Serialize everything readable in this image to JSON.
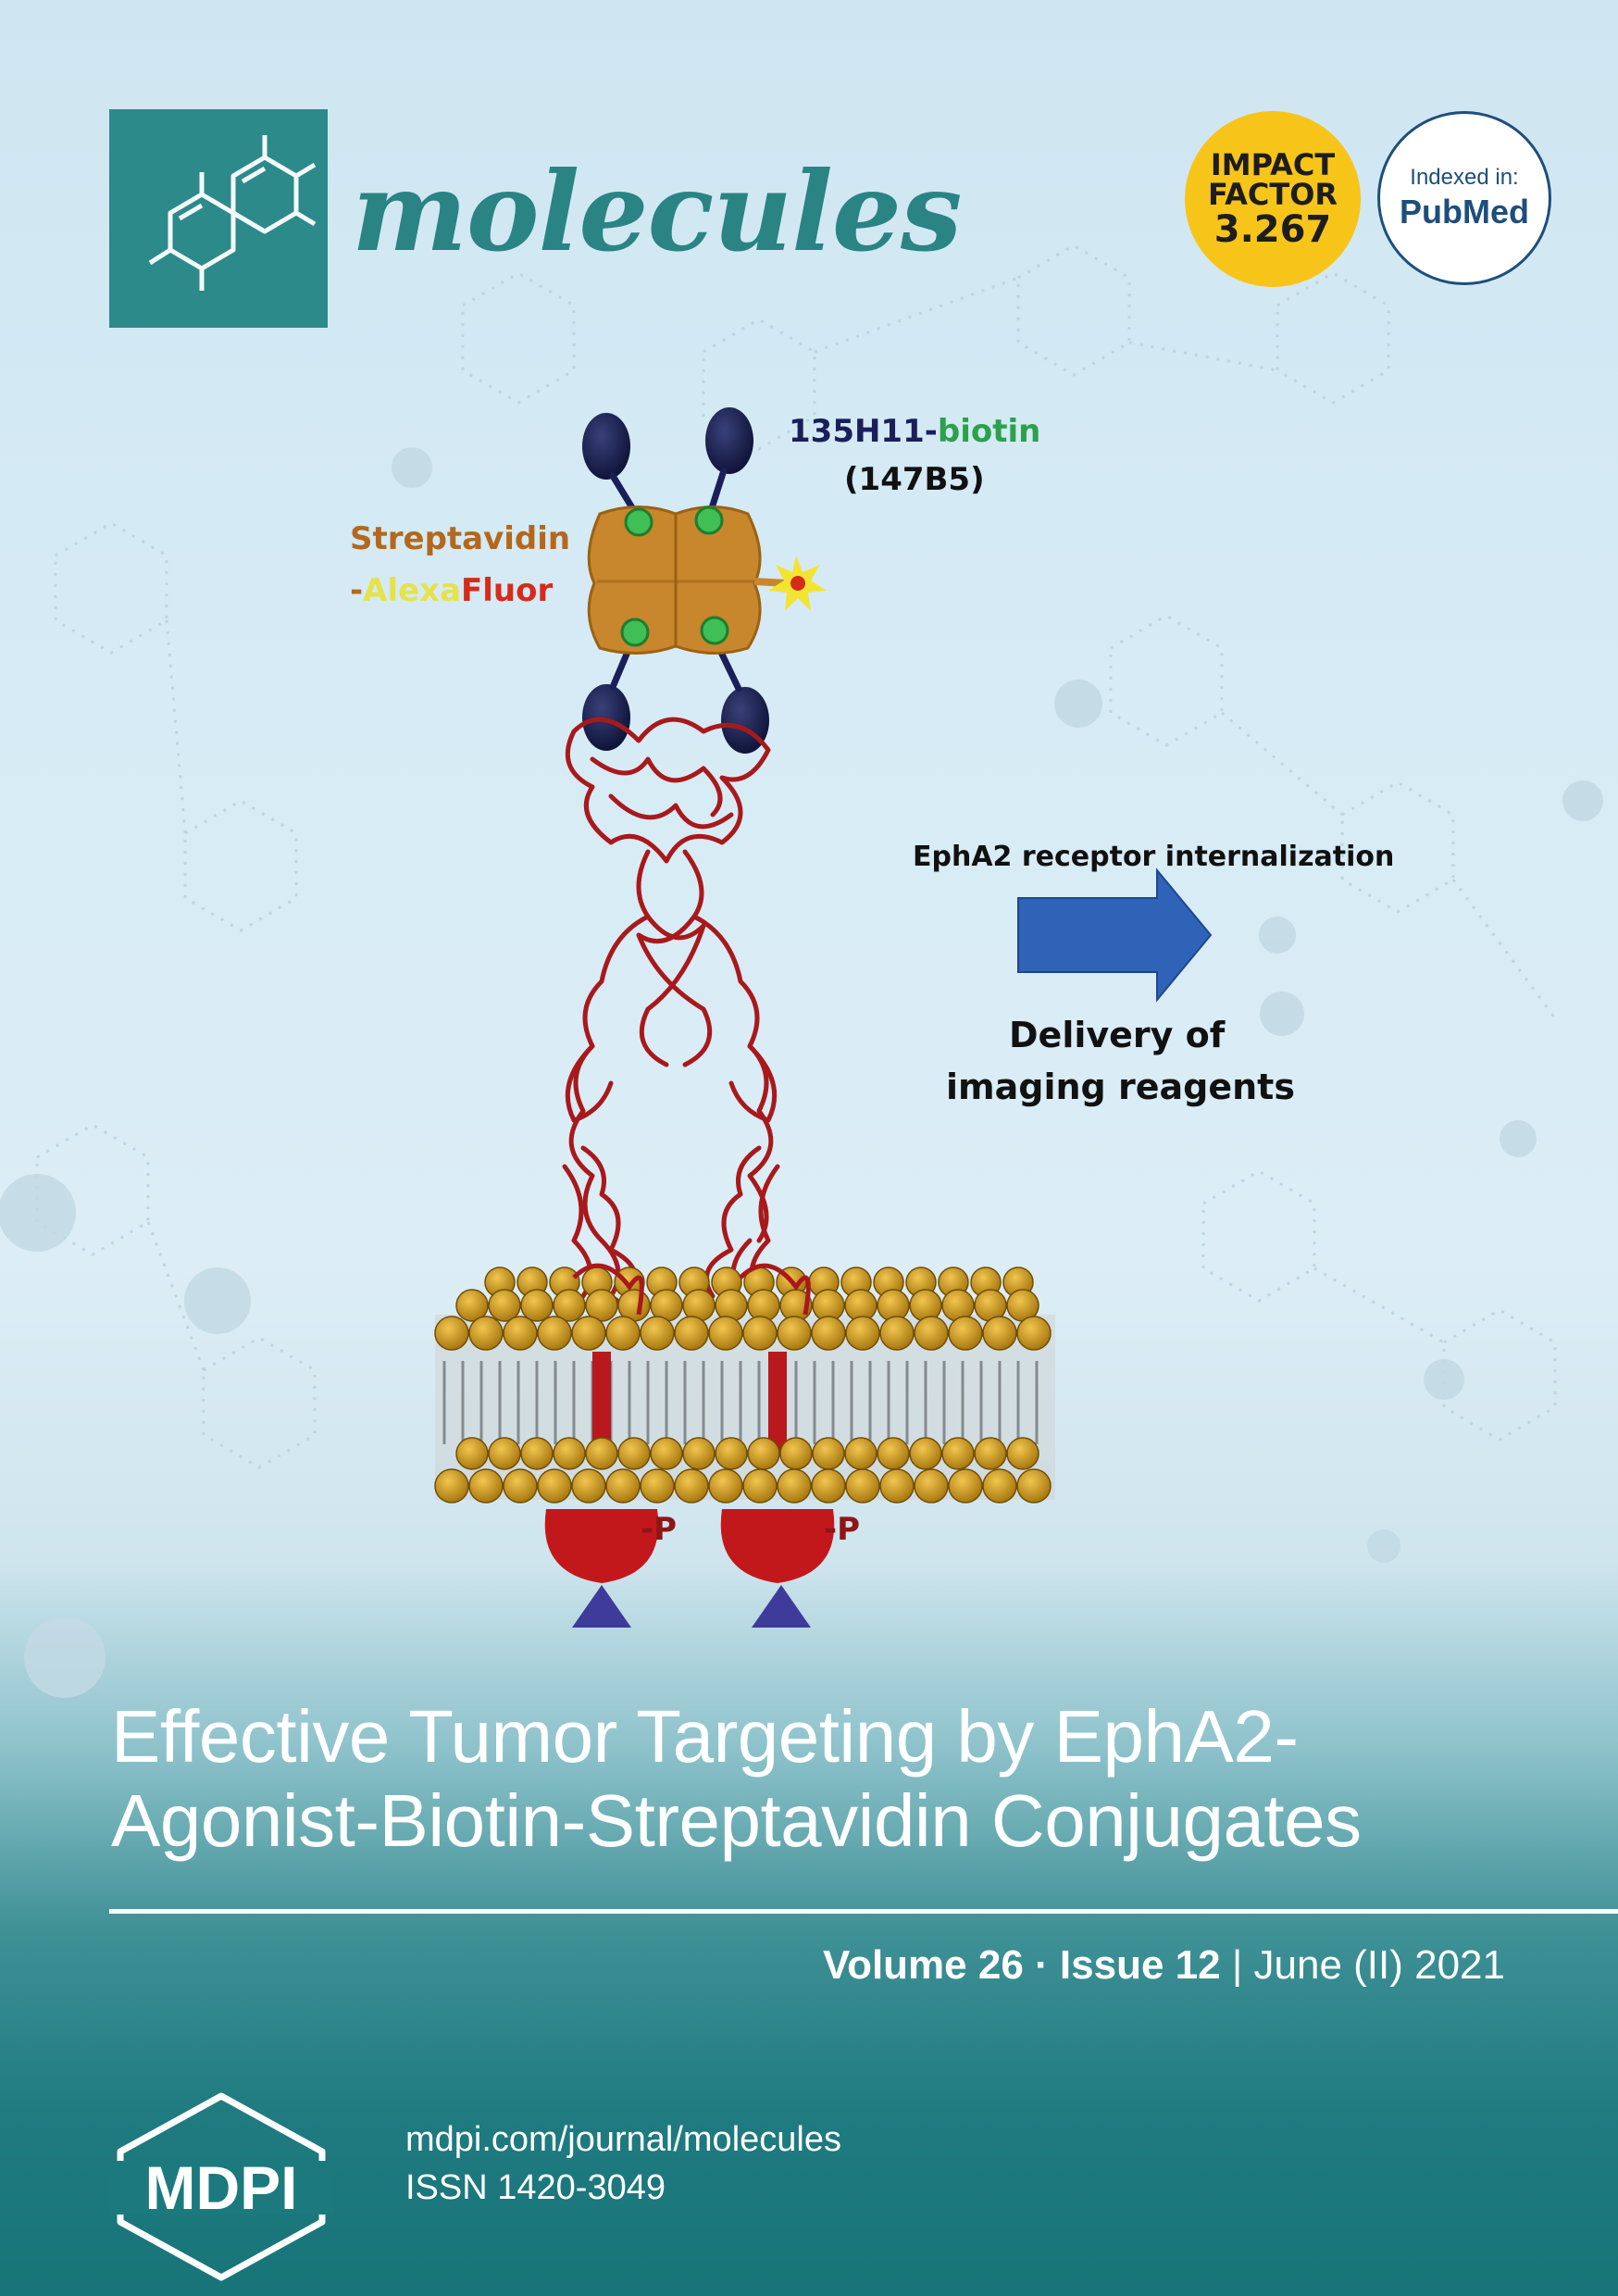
{
  "journal": {
    "name": "molecules"
  },
  "badges": {
    "impact_line1": "IMPACT",
    "impact_line2": "FACTOR",
    "impact_value": "3.267",
    "pubmed_line1": "Indexed in:",
    "pubmed_line2": "PubMed"
  },
  "figure": {
    "label_135h11": "135H11-",
    "label_biotin": "biotin",
    "label_147b5": "(147B5)",
    "label_streptavidin": "Streptavidin",
    "label_dash": "-",
    "label_alexa": "Alexa",
    "label_fluor": "Fluor",
    "label_internalization": "EphA2 receptor internalization",
    "label_delivery_line1": "Delivery of",
    "label_delivery_line2": "imaging reagents",
    "label_p": "-P"
  },
  "article": {
    "title_line1": "Effective Tumor Targeting by EphA2-",
    "title_line2": "Agonist-Biotin-Streptavidin Conjugates"
  },
  "issue": {
    "volume": "Volume 26",
    "separator": " · ",
    "issue": "Issue 12",
    "divider": " | ",
    "date": "June (II) 2021"
  },
  "footer": {
    "publisher": "MDPI",
    "url": "mdpi.com/journal/molecules",
    "issn": "ISSN 1420-3049"
  },
  "colors": {
    "brand_teal": "#2c8a8a",
    "impact_yellow": "#f7c51a",
    "pubmed_blue": "#1e4e7c",
    "arrow_blue": "#2f63b7"
  }
}
